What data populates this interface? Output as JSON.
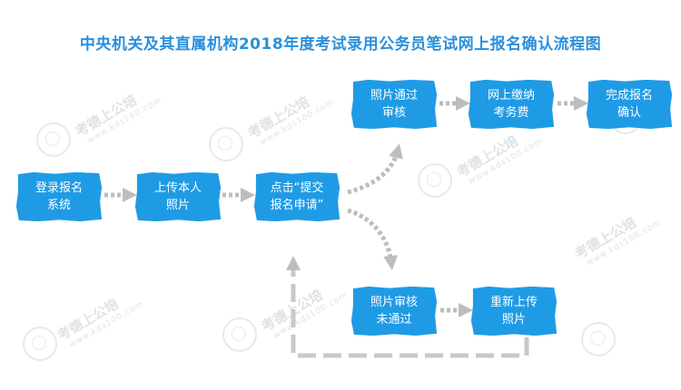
{
  "title": "中央机关及其直属机构2018年度考试录用公务员笔试网上报名确认流程图",
  "nodes": {
    "login": "登录报名\n系统",
    "upload": "上传本人\n照片",
    "submit": "点击“提交\n报名申请”",
    "approved": "照片通过\n审核",
    "pay": "网上缴纳\n考务费",
    "complete": "完成报名\n确认",
    "rejected": "照片审核\n未通过",
    "reupload": "重新上传\n照片"
  },
  "watermark": {
    "brand": "考德上公培",
    "site": "www.kds100.com"
  },
  "colors": {
    "title": "#2a8fdc",
    "box": "#1f9be5",
    "arrow": "#bdbdbd"
  }
}
